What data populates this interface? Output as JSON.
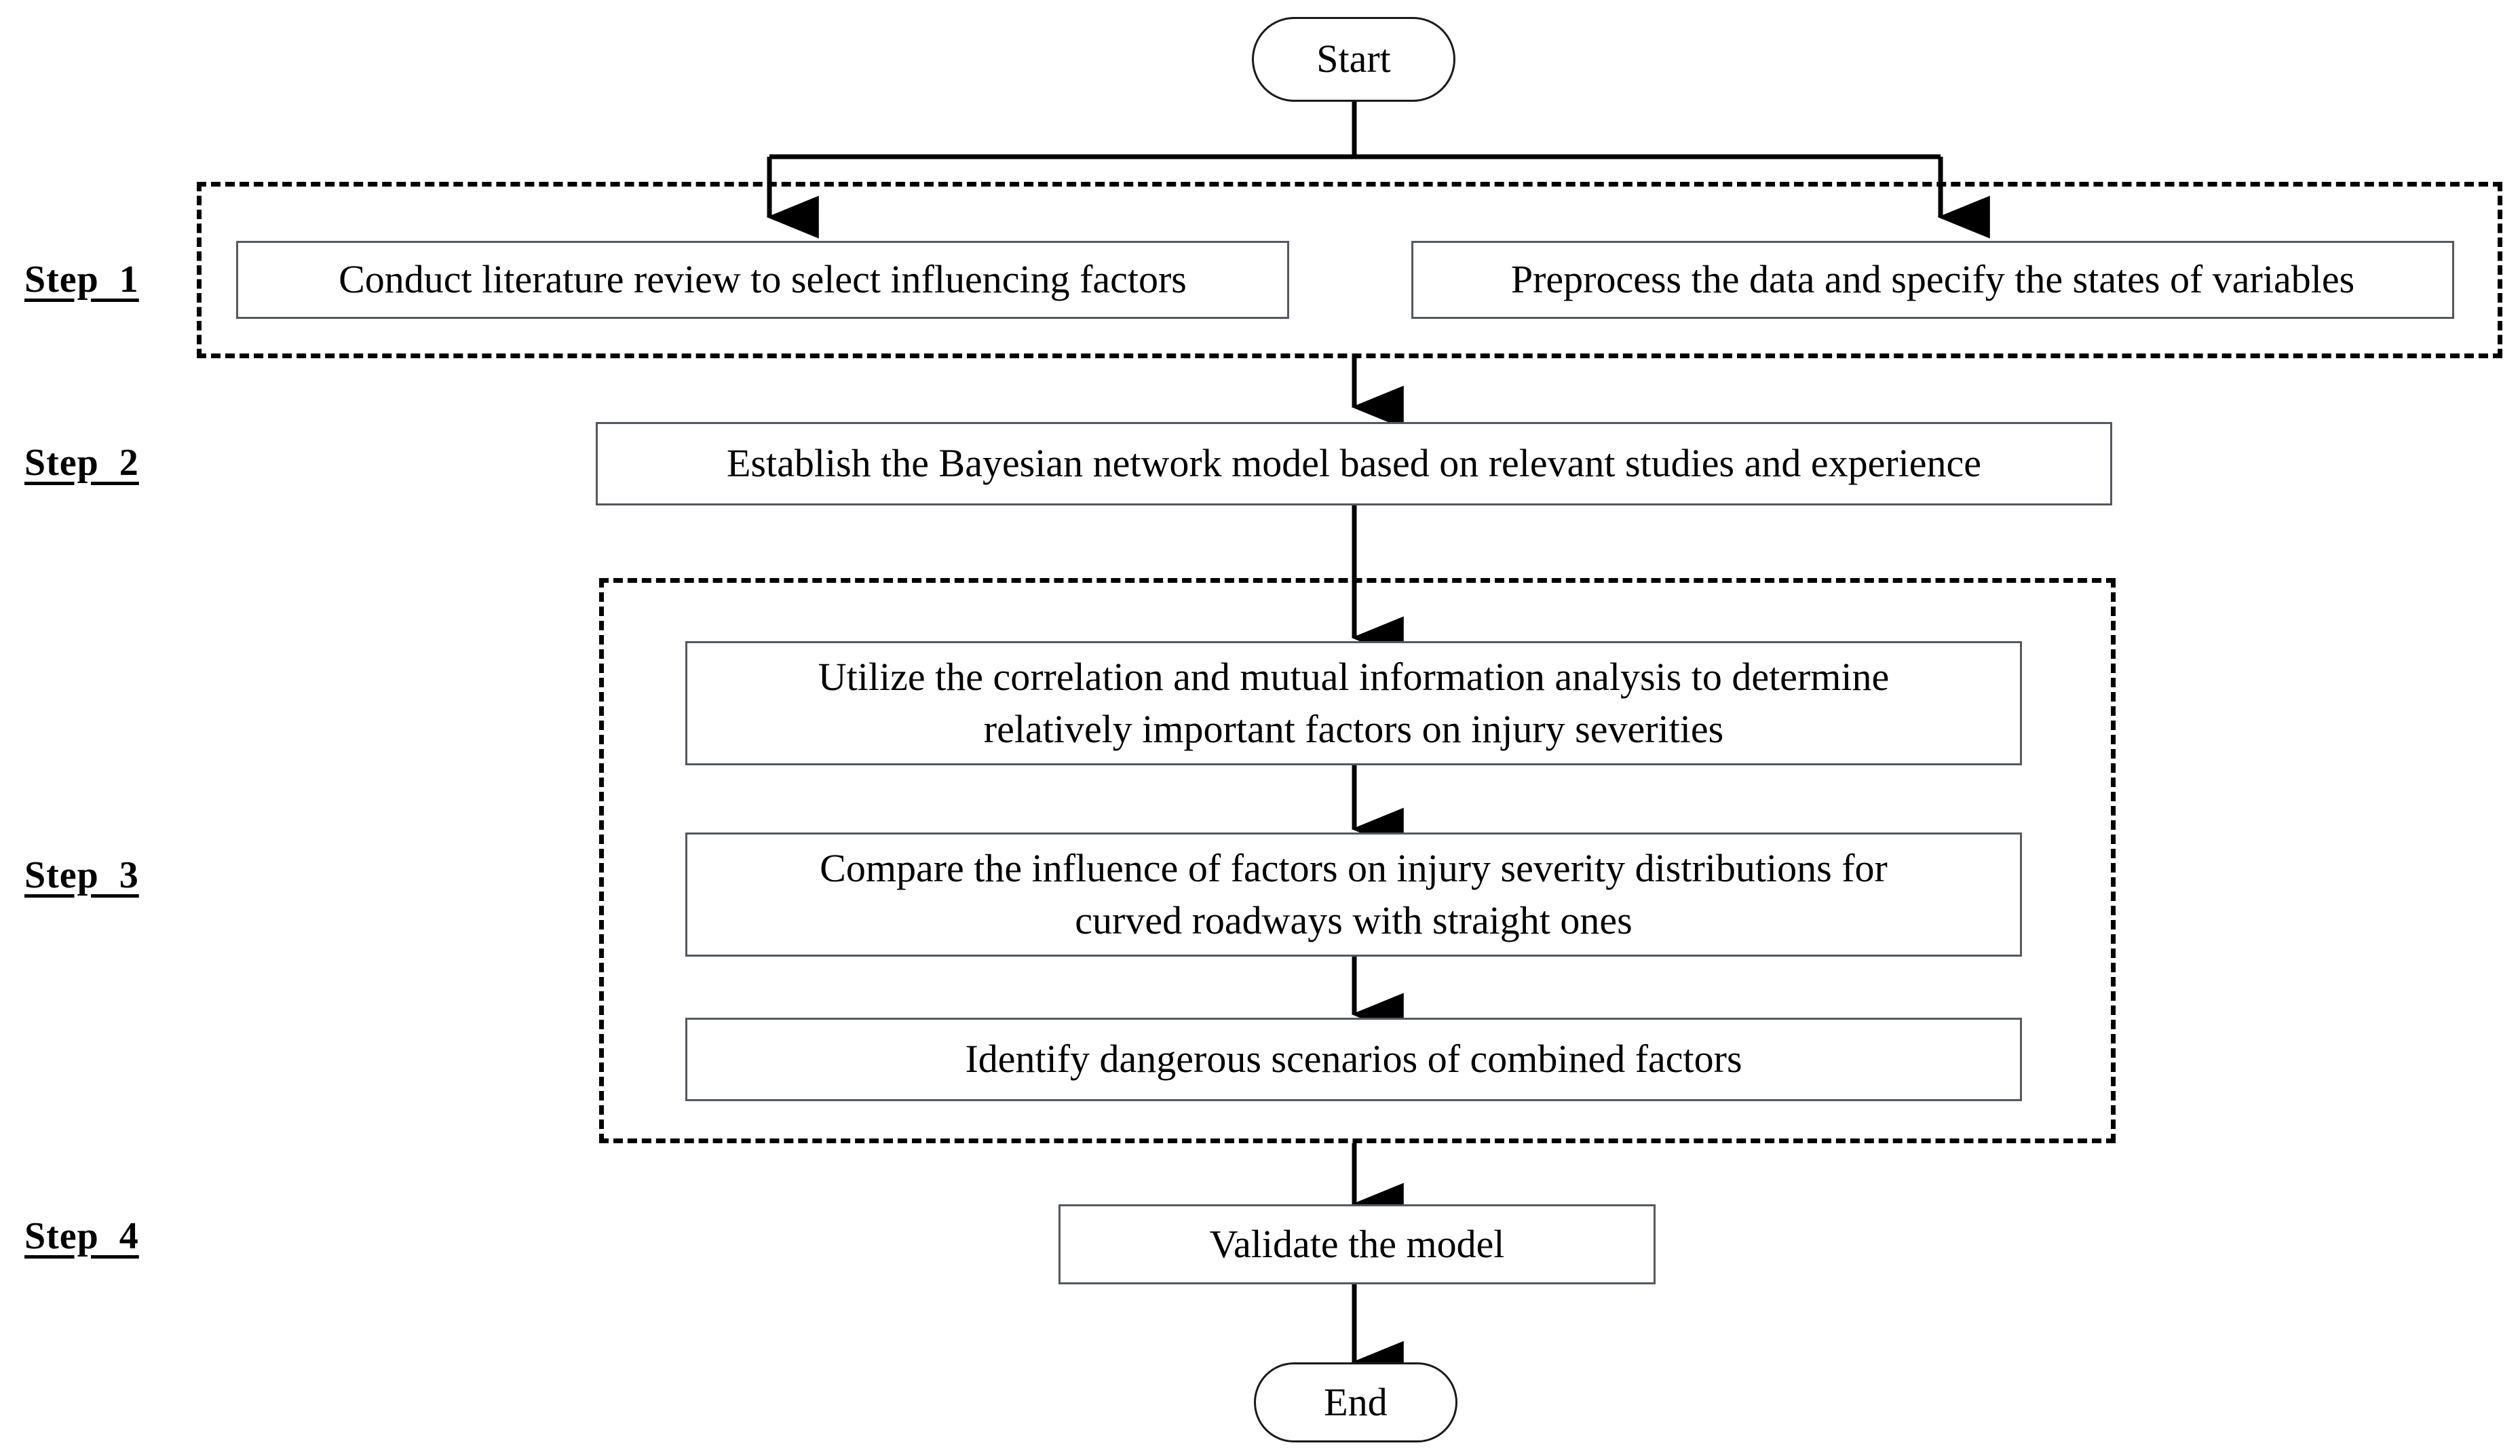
{
  "diagram": {
    "title": "Bayesian network analysis research framework flowchart",
    "orientation": "top-to-bottom",
    "line_color": "#000000",
    "box_border_color": "#55585c",
    "background": "#ffffff"
  },
  "terminators": {
    "start": "Start",
    "end": "End"
  },
  "steps": [
    {
      "id": "step1",
      "label": "Step  1"
    },
    {
      "id": "step2",
      "label": "Step  2"
    },
    {
      "id": "step3",
      "label": "Step  3"
    },
    {
      "id": "step4",
      "label": "Step  4"
    }
  ],
  "nodes": {
    "literature_review": "Conduct literature review to select influencing factors",
    "preprocess_data": "Preprocess the data and specify the states of variables",
    "establish_model": "Establish the Bayesian network model based on relevant studies and experience",
    "correlation_analysis_line1": "Utilize the correlation and mutual information analysis to determine",
    "correlation_analysis_line2": "relatively important factors on injury severities",
    "compare_influence_line1": "Compare the influence of factors on injury severity distributions for",
    "compare_influence_line2": "curved roadways with straight ones",
    "identify_scenarios": "Identify dangerous scenarios of combined factors",
    "validate_model": "Validate the model"
  }
}
